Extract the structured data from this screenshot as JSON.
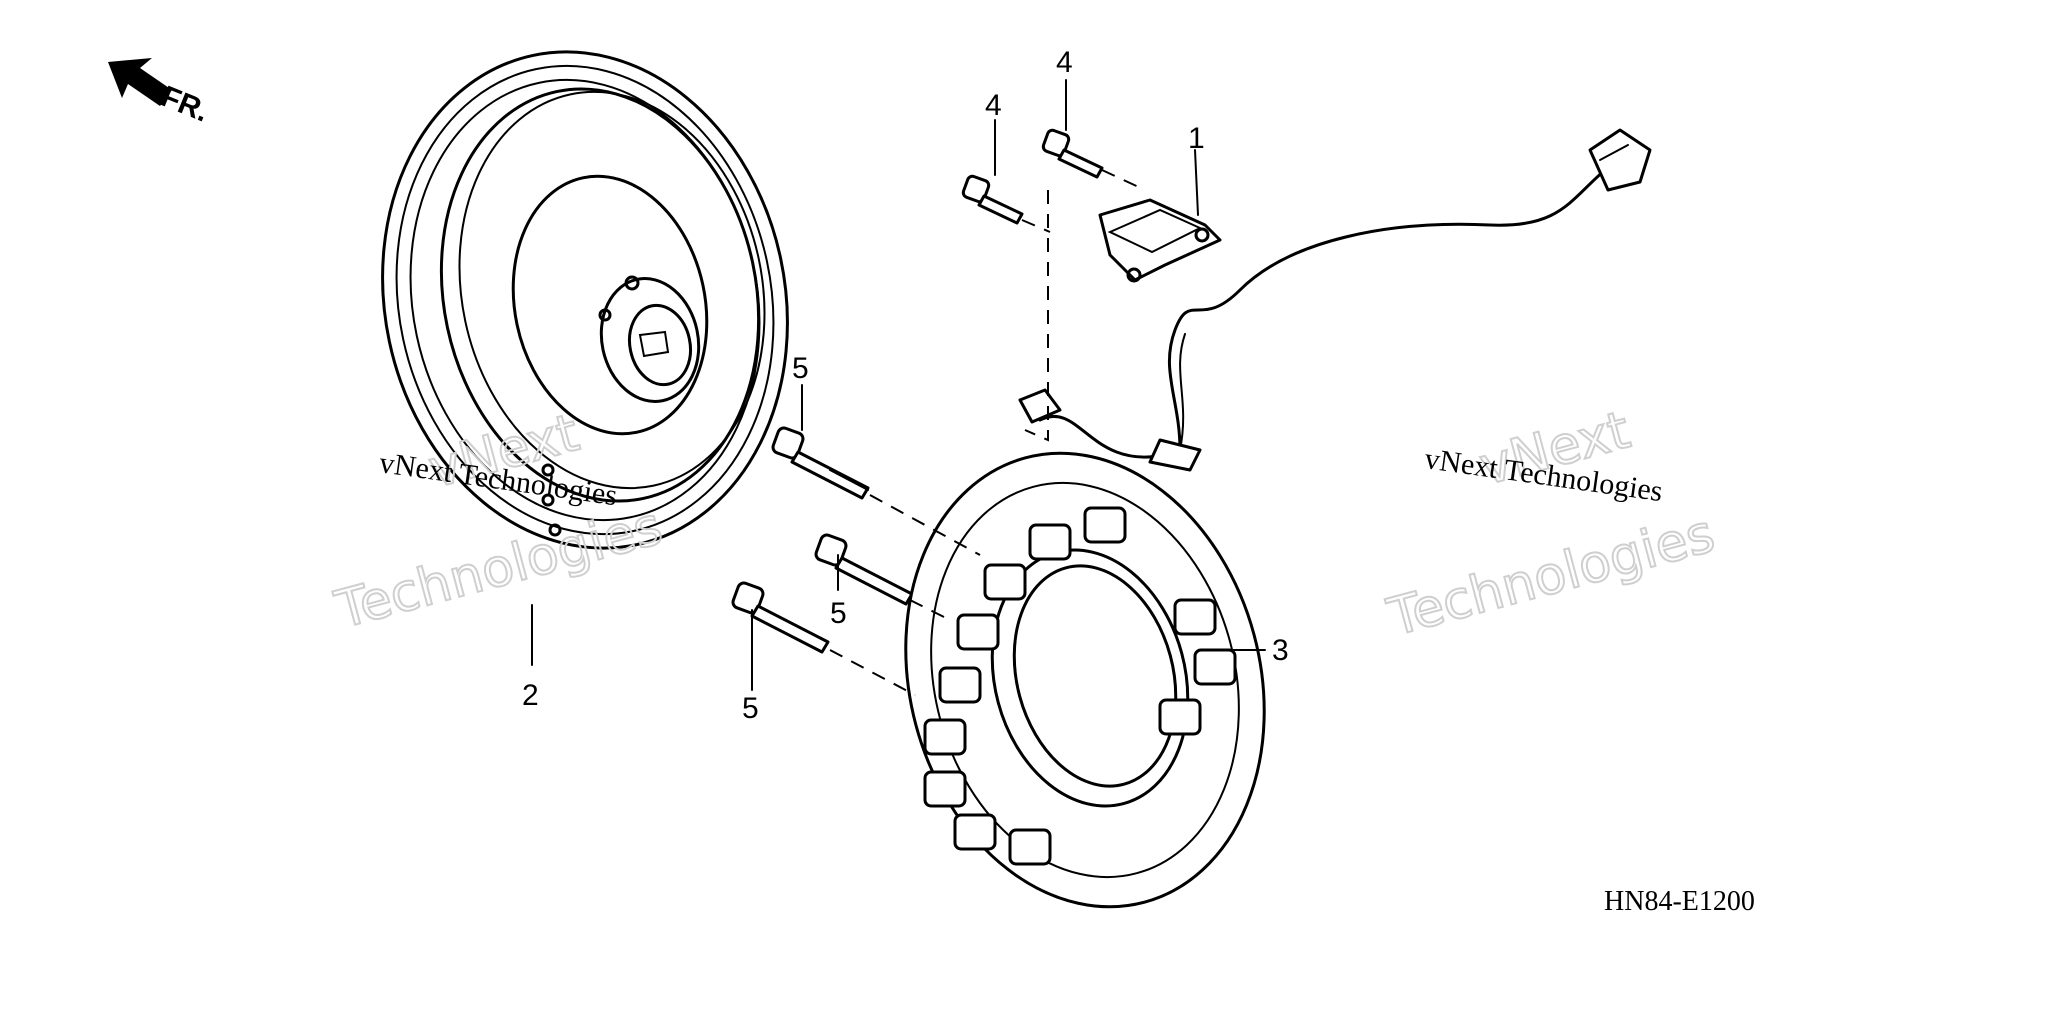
{
  "direction_label": "FR.",
  "part_callouts": {
    "c1": "1",
    "c2": "2",
    "c3": "3",
    "c4a": "4",
    "c4b": "4",
    "c5a": "5",
    "c5b": "5",
    "c5c": "5"
  },
  "diagram_code": "HN84-E1200",
  "watermarks": {
    "left_small": "vNext Technologies",
    "left_big_1": "vNext",
    "left_big_2": "Technologies",
    "right_small": "vNext Technologies",
    "right_big_1": "vNext",
    "right_big_2": "Technologies"
  }
}
